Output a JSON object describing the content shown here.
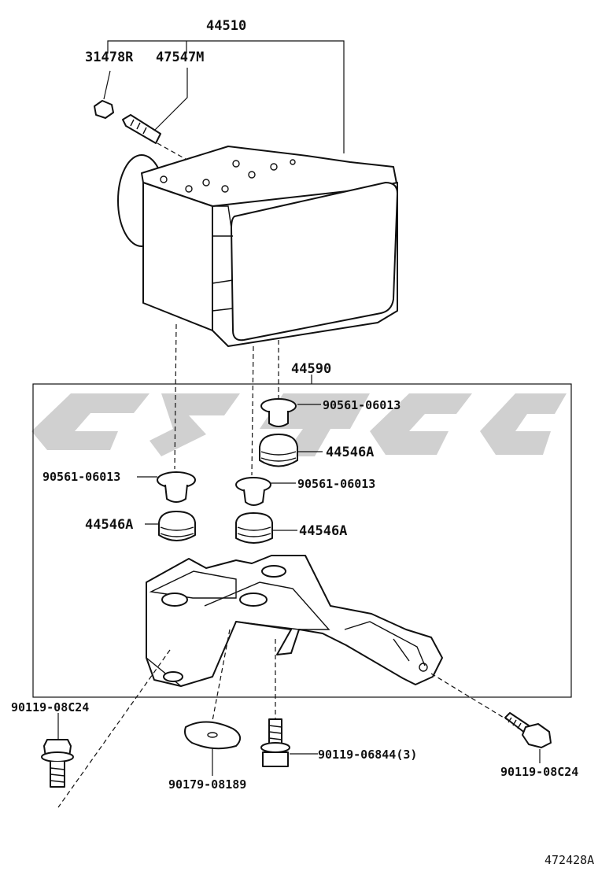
{
  "diagram": {
    "assembly_label": "44510",
    "bracket_label": "44590",
    "parts": {
      "p31478R": "31478R",
      "p47547M": "47547M",
      "grommet_top": "90561-06013",
      "cushion_top": "44546A",
      "grommet_left": "90561-06013",
      "grommet_mid": "90561-06013",
      "cushion_left": "44546A",
      "cushion_mid": "44546A",
      "bolt_left": "90119-08C24",
      "bolt_mid": "90119-06844(3)",
      "washer": "90179-08189",
      "bolt_right": "90119-08C24"
    },
    "figure_id": "472428A",
    "watermark_colour": "#c8c8c8"
  }
}
